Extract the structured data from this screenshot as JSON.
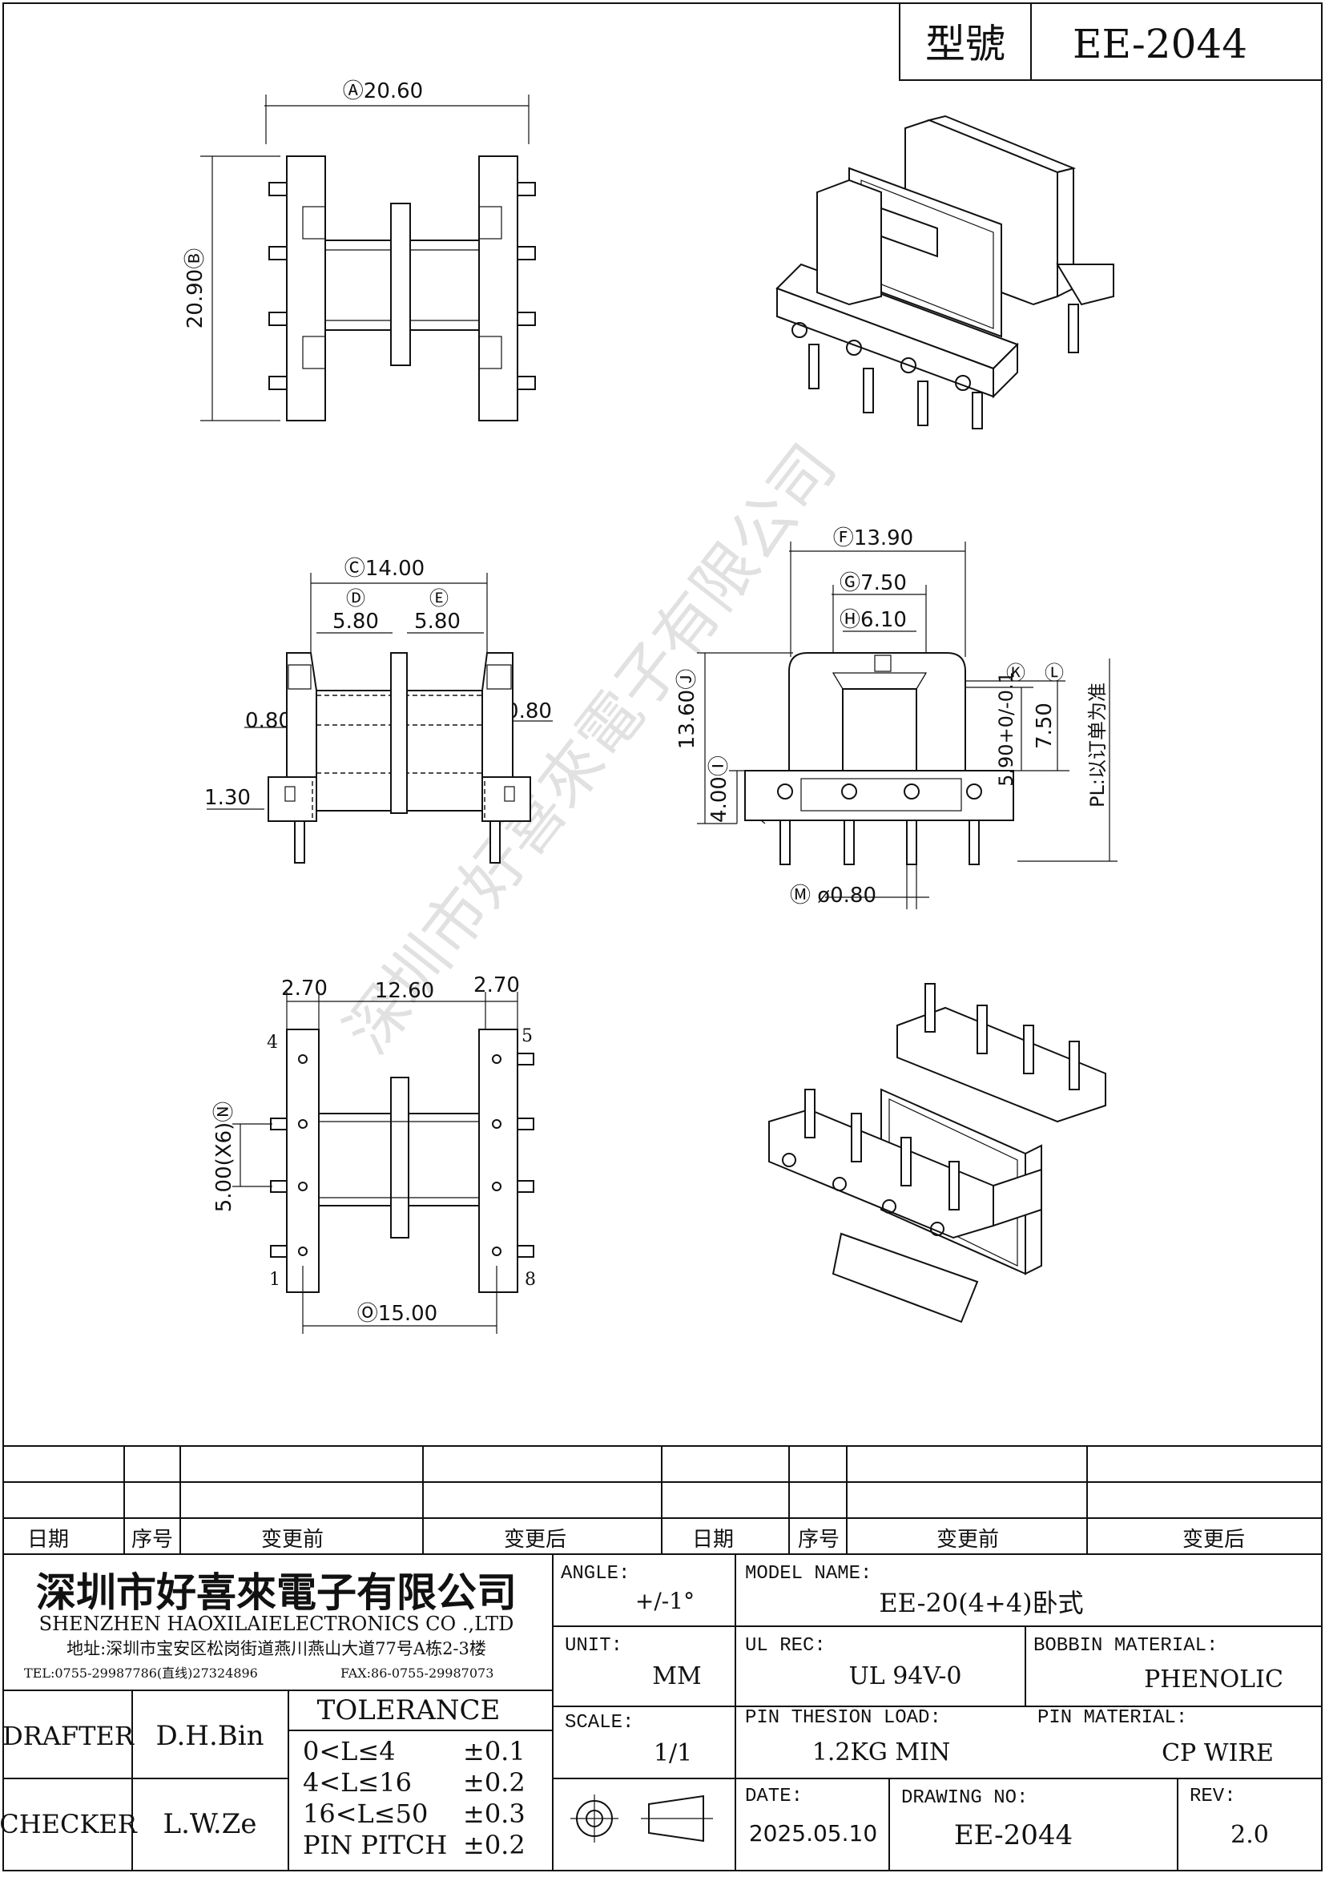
{
  "header": {
    "model_label": "型號",
    "model_value": "EE-2044"
  },
  "watermark": "深圳市好喜來電子有限公司",
  "views": {
    "top": {
      "dim_a": "Ⓐ20.60",
      "dim_b": "20.90Ⓑ"
    },
    "front": {
      "dim_c": "Ⓒ14.00",
      "dim_d_label": "Ⓓ",
      "dim_d": "5.80",
      "dim_e_label": "Ⓔ",
      "dim_e": "5.80",
      "wall_left": "0.80",
      "wall_right": "0.80",
      "base": "1.30"
    },
    "side": {
      "dim_f": "Ⓕ13.90",
      "dim_g": "Ⓖ7.50",
      "dim_h": "Ⓗ6.10",
      "dim_k": "Ⓚ",
      "dim_l": "Ⓛ",
      "height_total": "13.60Ⓙ",
      "height_base": "4.00Ⓘ",
      "window": "5.90+0/-0.1",
      "height_75": "7.50",
      "pl_note": "PL:以订单为准",
      "pin_dia": "Ⓜ ø0.80"
    },
    "bottom": {
      "left_w": "2.70",
      "mid_w": "12.60",
      "right_w": "2.70",
      "pitch": "5.00(X6)Ⓝ",
      "span": "Ⓞ15.00",
      "pins": [
        "4",
        "5",
        "1",
        "8"
      ]
    }
  },
  "revision_table": {
    "headers": [
      "日期",
      "序号",
      "变更前",
      "变更后",
      "日期",
      "序号",
      "变更前",
      "变更后"
    ]
  },
  "company": {
    "name_cn": "深圳市好喜來電子有限公司",
    "name_en": "SHENZHEN HAOXILAIELECTRONICS CO .,LTD",
    "address": "地址:深圳市宝安区松岗街道燕川燕山大道77号A栋2-3楼",
    "tel": "TEL:0755-29987786(直线)27324896",
    "fax": "FAX:86-0755-29987073"
  },
  "title_block": {
    "angle_label": "ANGLE:",
    "angle_value": "+/-1°",
    "unit_label": "UNIT:",
    "unit_value": "MM",
    "scale_label": "SCALE:",
    "scale_value": "1/1",
    "model_name_label": "MODEL NAME:",
    "model_name_value": "EE-20(4+4)卧式",
    "ul_label": "UL REC:",
    "ul_value": "UL  94V-0",
    "bobbin_label": "BOBBIN MATERIAL:",
    "bobbin_value": "PHENOLIC",
    "pin_load_label": "PIN THESION LOAD:",
    "pin_load_value": "1.2KG MIN",
    "pin_mat_label": "PIN MATERIAL:",
    "pin_mat_value": "CP  WIRE",
    "date_label": "DATE:",
    "date_value": "2025.05.10",
    "drawing_no_label": "DRAWING NO:",
    "drawing_no_value": "EE-2044",
    "rev_label": "REV:",
    "rev_value": "2.0",
    "drafter_label": "DRAFTER",
    "drafter_value": "D.H.Bin",
    "checker_label": "CHECKER",
    "checker_value": "L.W.Ze",
    "tolerance_title": "TOLERANCE",
    "tolerances": [
      {
        "range": "0<L≤4",
        "value": "±0.1"
      },
      {
        "range": "4<L≤16",
        "value": "±0.2"
      },
      {
        "range": "16<L≤50",
        "value": "±0.3"
      },
      {
        "range": "PIN PITCH",
        "value": "±0.2"
      }
    ]
  }
}
